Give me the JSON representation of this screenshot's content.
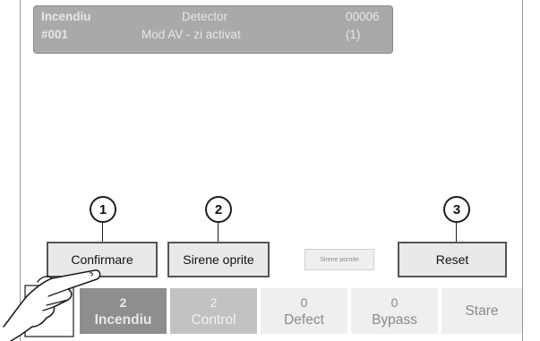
{
  "event": {
    "type": "Incendiu",
    "device": "Detector",
    "address": "00006",
    "number": "#001",
    "description": "Mod AV - zi activat",
    "count": "(1)"
  },
  "callouts": [
    "1",
    "2",
    "3"
  ],
  "buttons": {
    "confirm": "Confirmare",
    "sirens_off": "Sirene oprite",
    "sirens_on": "Sirene pornite",
    "reset": "Reset"
  },
  "tabs": [
    {
      "count": "2",
      "label": "Incendiu"
    },
    {
      "count": "2",
      "label": "Control"
    },
    {
      "count": "0",
      "label": "Defect"
    },
    {
      "count": "0",
      "label": "Bypass"
    },
    {
      "count": "",
      "label": "Stare"
    }
  ],
  "colors": {
    "event_bg": "#a9a9a9",
    "tab_fire": "#8e8e8e",
    "tab_control": "#c2c2c2",
    "tab_idle": "#efefef"
  },
  "icons": [
    "pointing-hand-icon"
  ]
}
